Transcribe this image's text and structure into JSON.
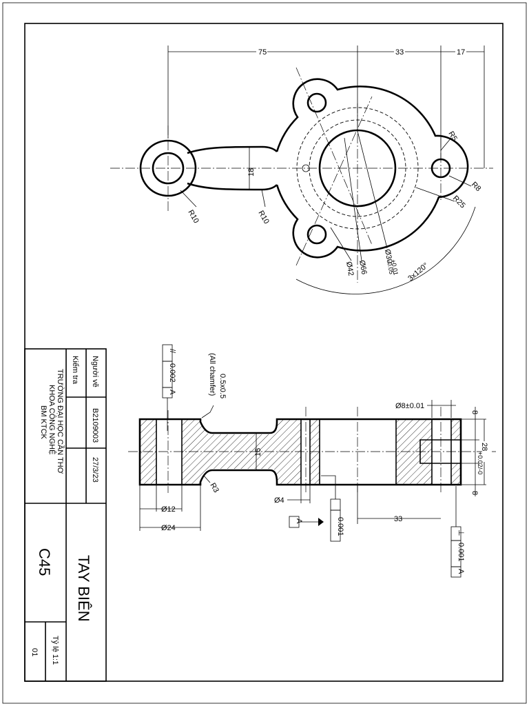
{
  "top_view": {
    "dim_75": "75",
    "dim_33": "33",
    "dim_17": "17",
    "dim_18": "18",
    "r10_left": "R10",
    "r10_neck": "R10",
    "r5": "R5",
    "r8": "R8",
    "r25": "R25",
    "d30": "Ø30",
    "d30_tol_upper": "+0.01",
    "d30_tol_lower": "-0.05",
    "d66": "Ø66",
    "d42": "Ø42",
    "angle": "3x120°"
  },
  "section_view": {
    "parallel_symbol": "//",
    "parallel_value": "0.002",
    "parallel_datum": "A",
    "chamfer": "0.5x0.5",
    "chamfer_note": "(All chamfer)",
    "d12": "Ø12",
    "d24": "Ø24",
    "r3": "R3",
    "d15": "15",
    "d4": "Ø4",
    "datum_a": "A",
    "runout_value": "0.001",
    "dim_33": "33",
    "d8": "Ø8±0.01",
    "dim_8_top": "8",
    "dim_8_bottom": "8",
    "dim_28": "28",
    "dim_28_tol": "+0.02/-0",
    "perp_symbol": "⊥",
    "perp_value": "0.001",
    "perp_datum": "A"
  },
  "title_block": {
    "role_drawn": "Người vẽ",
    "role_checked": "Kiểm tra",
    "student_id": "B2109003",
    "date": "27/3/23",
    "school_line1": "TRƯỜNG ĐẠI HỌC CẦN THƠ",
    "school_line2": "KHOA CÔNG NGHỆ",
    "school_line3": "BM KTCK",
    "part_name": "TAY BIÊN",
    "material": "C45",
    "scale": "Tỷ lệ 1:1",
    "sheet_no": "01"
  }
}
